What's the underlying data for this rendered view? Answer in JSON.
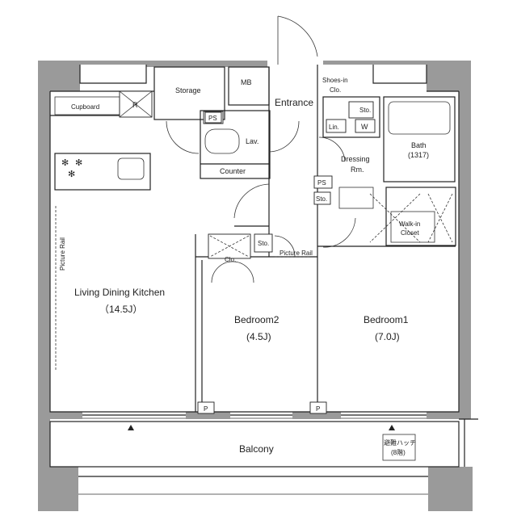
{
  "rooms": {
    "ldk_name": "Living Dining Kitchen",
    "ldk_size": "（14.5J）",
    "bedroom2_name": "Bedroom2",
    "bedroom2_size": "(4.5J)",
    "bedroom1_name": "Bedroom1",
    "bedroom1_size": "(7.0J)",
    "balcony": "Balcony",
    "entrance": "Entrance",
    "storage": "Storage",
    "mb": "MB",
    "lav": "Lav.",
    "counter": "Counter",
    "dressing_line1": "Dressing",
    "dressing_line2": "Rm.",
    "bath_line1": "Bath",
    "bath_line2": "(1317)",
    "walkin_line1": "Walk-in",
    "walkin_line2": "Closet",
    "shoes_line1": "Shoes-in",
    "shoes_line2": "Clo.",
    "cupboard": "Cupboard"
  },
  "labels": {
    "ps": "PS",
    "sto": "Sto.",
    "lin": "Lin.",
    "w": "W",
    "clo": "Clo.",
    "p": "P",
    "r": "R",
    "picture_rail": "Picture Rail",
    "hatch_line1": "避難ハッチ",
    "hatch_line2": "(8階)"
  }
}
